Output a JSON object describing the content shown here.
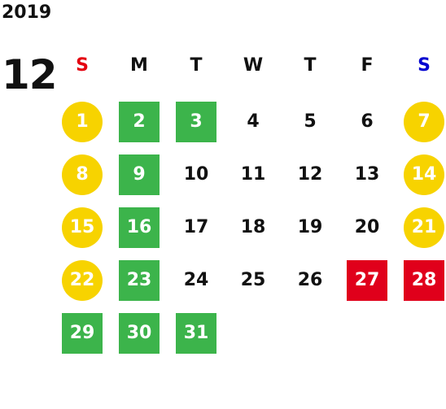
{
  "year": "2019",
  "month": "12",
  "colors": {
    "weekend": "#f7d300",
    "highlight": "#3cb44b",
    "holiday": "#e0001b",
    "sunday_label": "#e4000f",
    "saturday_label": "#0000d0",
    "text": "#111111"
  },
  "weekdays": [
    {
      "label": "S",
      "color": "#e4000f"
    },
    {
      "label": "M",
      "color": "#111111"
    },
    {
      "label": "T",
      "color": "#111111"
    },
    {
      "label": "W",
      "color": "#111111"
    },
    {
      "label": "T",
      "color": "#111111"
    },
    {
      "label": "F",
      "color": "#111111"
    },
    {
      "label": "S",
      "color": "#0000d0"
    }
  ],
  "days": [
    {
      "n": "1",
      "style": "weekend"
    },
    {
      "n": "2",
      "style": "highlight"
    },
    {
      "n": "3",
      "style": "highlight"
    },
    {
      "n": "4",
      "style": "plain"
    },
    {
      "n": "5",
      "style": "plain"
    },
    {
      "n": "6",
      "style": "plain"
    },
    {
      "n": "7",
      "style": "weekend"
    },
    {
      "n": "8",
      "style": "weekend"
    },
    {
      "n": "9",
      "style": "highlight"
    },
    {
      "n": "10",
      "style": "plain"
    },
    {
      "n": "11",
      "style": "plain"
    },
    {
      "n": "12",
      "style": "plain"
    },
    {
      "n": "13",
      "style": "plain"
    },
    {
      "n": "14",
      "style": "weekend"
    },
    {
      "n": "15",
      "style": "weekend"
    },
    {
      "n": "16",
      "style": "highlight"
    },
    {
      "n": "17",
      "style": "plain"
    },
    {
      "n": "18",
      "style": "plain"
    },
    {
      "n": "19",
      "style": "plain"
    },
    {
      "n": "20",
      "style": "plain"
    },
    {
      "n": "21",
      "style": "weekend"
    },
    {
      "n": "22",
      "style": "weekend"
    },
    {
      "n": "23",
      "style": "highlight"
    },
    {
      "n": "24",
      "style": "plain"
    },
    {
      "n": "25",
      "style": "plain"
    },
    {
      "n": "26",
      "style": "plain"
    },
    {
      "n": "27",
      "style": "holiday"
    },
    {
      "n": "28",
      "style": "holiday"
    },
    {
      "n": "29",
      "style": "highlight"
    },
    {
      "n": "30",
      "style": "highlight"
    },
    {
      "n": "31",
      "style": "highlight"
    }
  ]
}
